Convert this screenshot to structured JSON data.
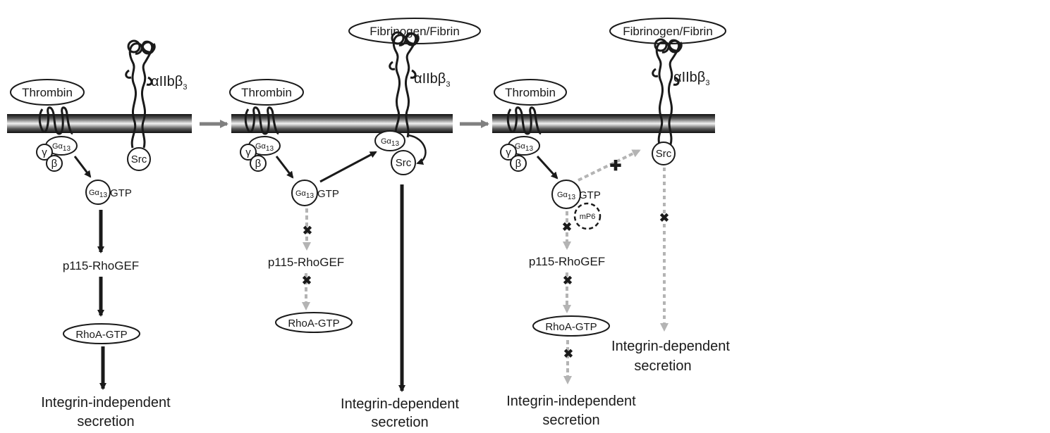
{
  "labels": {
    "thrombin": "Thrombin",
    "fibrinogen": "Fibrinogen/Fibrin",
    "integrin_prefix": "αIIbβ",
    "integrin_sub": "3",
    "g_alpha": "Gα",
    "g_alpha_sub": "13",
    "gtp": "GTP",
    "gamma": "γ",
    "beta": "β",
    "src": "Src",
    "p115": "p115-RhoGEF",
    "rhoa": "RhoA-GTP",
    "mp6": "mP6",
    "independent_line1": "Integrin-independent",
    "dependent_line1": "Integrin-dependent",
    "secretion": "secretion"
  },
  "colors": {
    "ink": "#1a1a1a",
    "inhibited": "#b4b4b4",
    "panel_arrow": "#808080"
  }
}
